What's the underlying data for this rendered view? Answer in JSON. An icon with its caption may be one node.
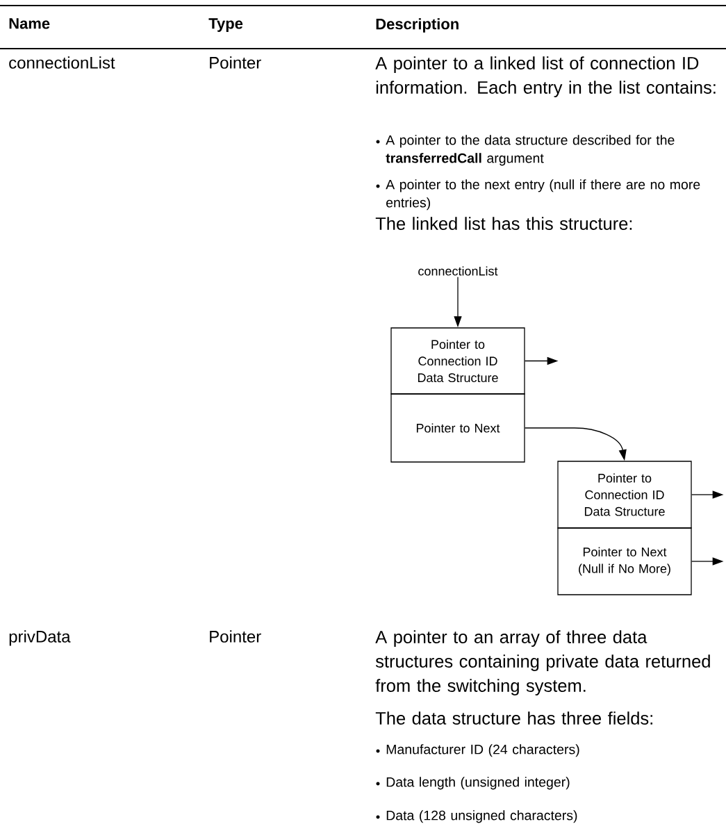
{
  "diagram": {
    "nodes": [
      {
        "text": [
          "connectionList"
        ]
      },
      {
        "text": [
          "Pointer to Connection ID Data Structure"
        ]
      },
      {
        "text": [
          "Pointer to Next"
        ]
      },
      {
        "text": [
          "Pointer to Connection ID Data Structure"
        ]
      },
      {
        "text": [
          "Pointer to Next (Null if No More)"
        ]
      }
    ],
    "edges": [
      {
        "from": 0,
        "to": 1,
        "arrow": "to"
      },
      {
        "from": 1,
        "to": null,
        "arrow": "to"
      },
      {
        "from": 2,
        "to": 3,
        "arrow": "to"
      },
      {
        "from": 3,
        "to": null,
        "arrow": "to"
      },
      {
        "from": 4,
        "to": null,
        "arrow": "to"
      }
    ],
    "labels": [
      "Name",
      "Type",
      "Description",
      "connectionList",
      "Pointer",
      "A pointer to a linked list of connection ID information. Each entry in the list contains:",
      "A pointer to the data structure described for the **transferredCall** argument",
      "A pointer to the next entry (null if there are no more entries)",
      "The linked list has this structure:",
      "privData",
      "Pointer",
      "A pointer to an array of three data structures containing private data returned from the switching system.",
      "The data structure has three fields:",
      "Manufacturer ID (24 characters)",
      "Data length (unsigned integer)",
      "Data (128 unsigned characters)"
    ]
  }
}
